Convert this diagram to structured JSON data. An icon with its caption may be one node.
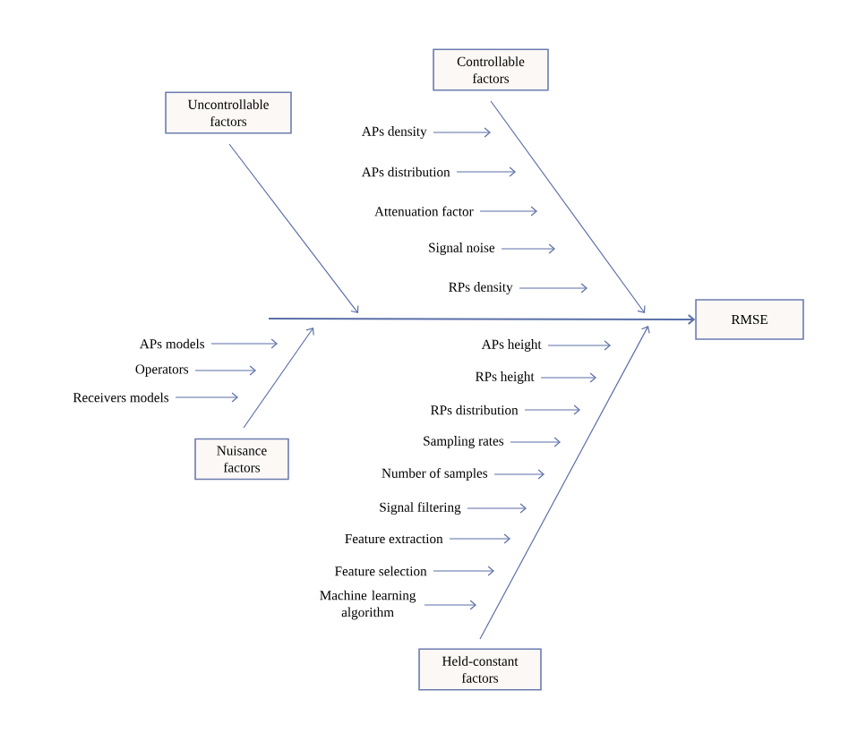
{
  "diagram": {
    "nodes": [
      {
        "text": [
          "Uncontrollable factors"
        ]
      },
      {
        "text": [
          "Controllable factors"
        ]
      },
      {
        "text": [
          "APs density"
        ]
      },
      {
        "text": [
          "APs distribution"
        ]
      },
      {
        "text": [
          "Attenuation factor"
        ]
      },
      {
        "text": [
          "Signal noise"
        ]
      },
      {
        "text": [
          "RPs density"
        ]
      },
      {
        "text": [
          "RMSE"
        ]
      },
      {
        "text": [
          "APs models"
        ]
      },
      {
        "text": [
          "Operators"
        ]
      },
      {
        "text": [
          "Receivers models"
        ]
      },
      {
        "text": [
          "APs height"
        ]
      },
      {
        "text": [
          "RPs height"
        ]
      },
      {
        "text": [
          "RPs distribution"
        ]
      },
      {
        "text": [
          "Sampling rates"
        ]
      },
      {
        "text": [
          "Number of samples"
        ]
      },
      {
        "text": [
          "Signal filtering"
        ]
      },
      {
        "text": [
          "Feature extraction"
        ]
      },
      {
        "text": [
          "Feature selection"
        ]
      },
      {
        "text": [
          "Machine learning algorithm"
        ]
      },
      {
        "text": [
          "Nuisance factors"
        ]
      },
      {
        "text": [
          "Held-constant factors"
        ]
      }
    ],
    "edges": [
      {
        "from": null,
        "to": 7,
        "arrow": "to"
      },
      {
        "from": 0,
        "to": null,
        "arrow": "to"
      },
      {
        "from": 1,
        "to": null,
        "arrow": "to"
      },
      {
        "from": 20,
        "to": null,
        "arrow": "to"
      },
      {
        "from": 21,
        "to": null,
        "arrow": "to"
      },
      {
        "from": 2,
        "to": null,
        "arrow": "to"
      },
      {
        "from": 3,
        "to": null,
        "arrow": "to"
      },
      {
        "from": 4,
        "to": null,
        "arrow": "to"
      },
      {
        "from": 5,
        "to": null,
        "arrow": "to"
      },
      {
        "from": 6,
        "to": null,
        "arrow": "to"
      },
      {
        "from": 8,
        "to": null,
        "arrow": "to"
      },
      {
        "from": 9,
        "to": null,
        "arrow": "to"
      },
      {
        "from": 10,
        "to": null,
        "arrow": "to"
      },
      {
        "from": 11,
        "to": null,
        "arrow": "to"
      },
      {
        "from": 12,
        "to": null,
        "arrow": "to"
      },
      {
        "from": 13,
        "to": null,
        "arrow": "to"
      },
      {
        "from": 14,
        "to": null,
        "arrow": "to"
      },
      {
        "from": 15,
        "to": null,
        "arrow": "to"
      },
      {
        "from": 16,
        "to": null,
        "arrow": "to"
      },
      {
        "from": 17,
        "to": null,
        "arrow": "to"
      },
      {
        "from": 18,
        "to": null,
        "arrow": "to"
      },
      {
        "from": 19,
        "to": null,
        "arrow": "to"
      }
    ]
  }
}
